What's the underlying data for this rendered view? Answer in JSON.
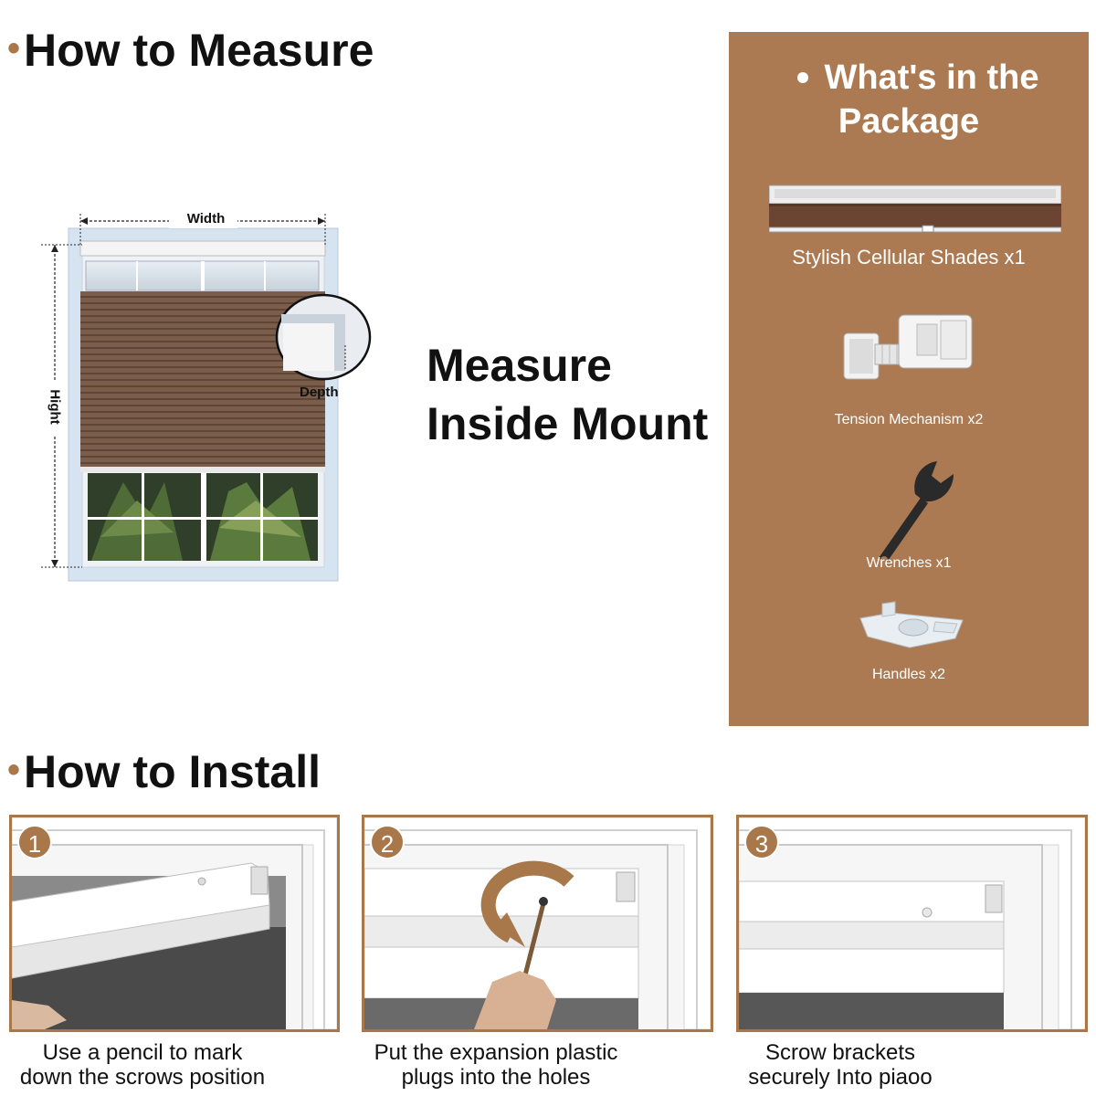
{
  "measure": {
    "heading": "How to Measure",
    "width_label": "Width",
    "height_label": "Hight",
    "depth_label": "Depth",
    "mount_line1": "Measure",
    "mount_line2": "Inside Mount"
  },
  "package": {
    "title_line1": "What's in the",
    "title_line2": "Package",
    "items": [
      {
        "label": "Stylish Cellular Shades x1",
        "icon": "shade-rail-icon"
      },
      {
        "label": "Tension Mechanism x2",
        "icon": "tension-mechanism-icon"
      },
      {
        "label": "Wrenches x1",
        "icon": "wrench-icon"
      },
      {
        "label": "Handles x2",
        "icon": "handle-icon"
      }
    ]
  },
  "install": {
    "heading": "How to Install",
    "steps": [
      {
        "number": "1",
        "line1": "Use a pencil to mark",
        "line2": "down the scrows position"
      },
      {
        "number": "2",
        "line1": "Put the expansion plastic",
        "line2": "plugs into the holes"
      },
      {
        "number": "3",
        "line1": "Scrow brackets",
        "line2": "securely Into piaoo"
      }
    ]
  },
  "colors": {
    "accent": "#ab7a52",
    "shade": "#7a5d4a",
    "frame": "#d6e4f2"
  }
}
